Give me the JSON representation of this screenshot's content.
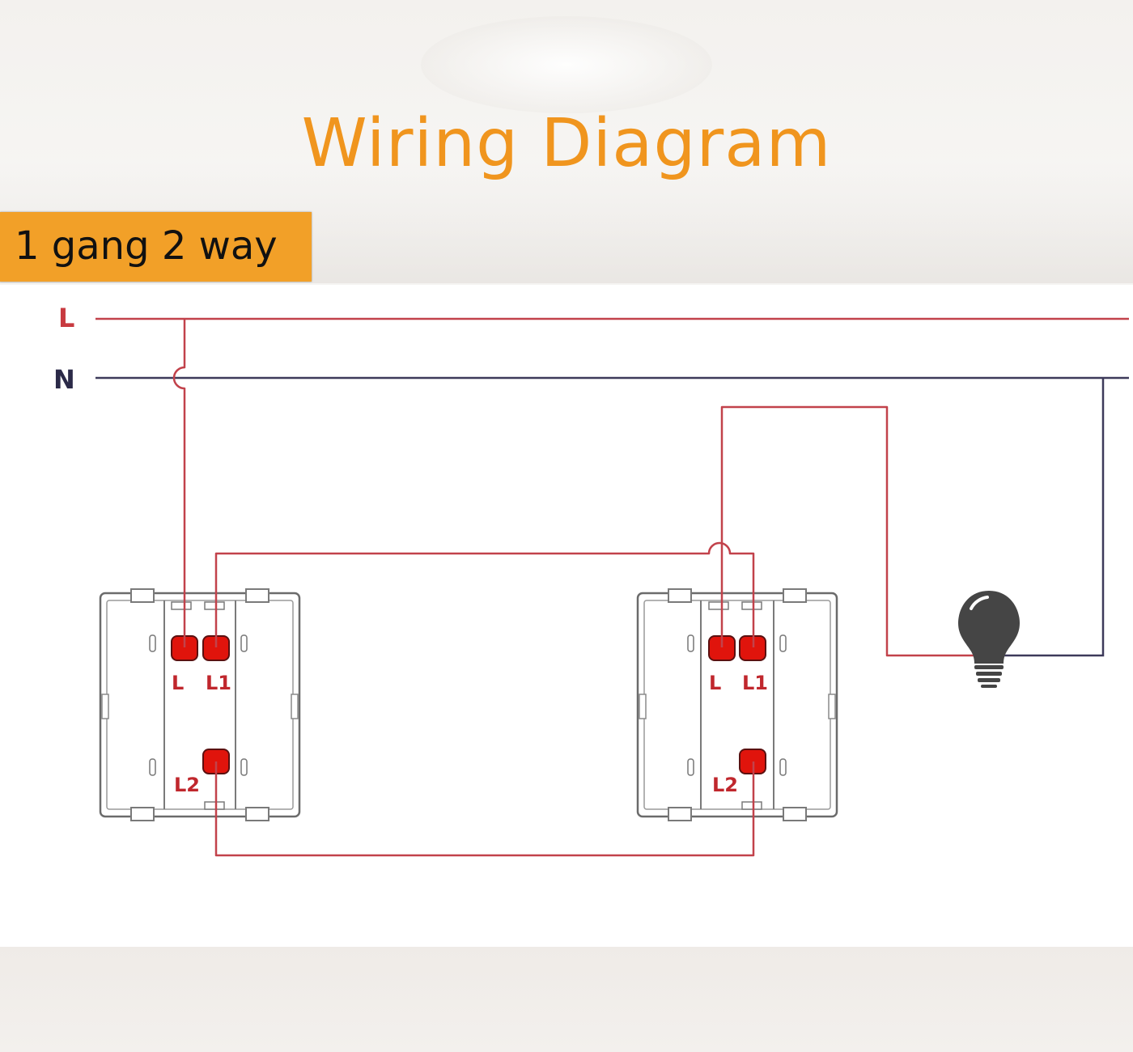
{
  "title": "Wiring Diagram",
  "badge": "1 gang 2 way",
  "lines": {
    "live": "L",
    "neutral": "N"
  },
  "switch_left": {
    "terminal_l": "L",
    "terminal_l1": "L1",
    "terminal_l2": "L2"
  },
  "switch_right": {
    "terminal_l": "L",
    "terminal_l1": "L1",
    "terminal_l2": "L2"
  },
  "colors": {
    "title": "#f0951e",
    "badge": "#f2a028",
    "live_wire": "#c2424b",
    "neutral_wire": "#3d3a5a",
    "terminal": "#e0140c"
  },
  "icons": [
    "light-bulb-icon"
  ]
}
